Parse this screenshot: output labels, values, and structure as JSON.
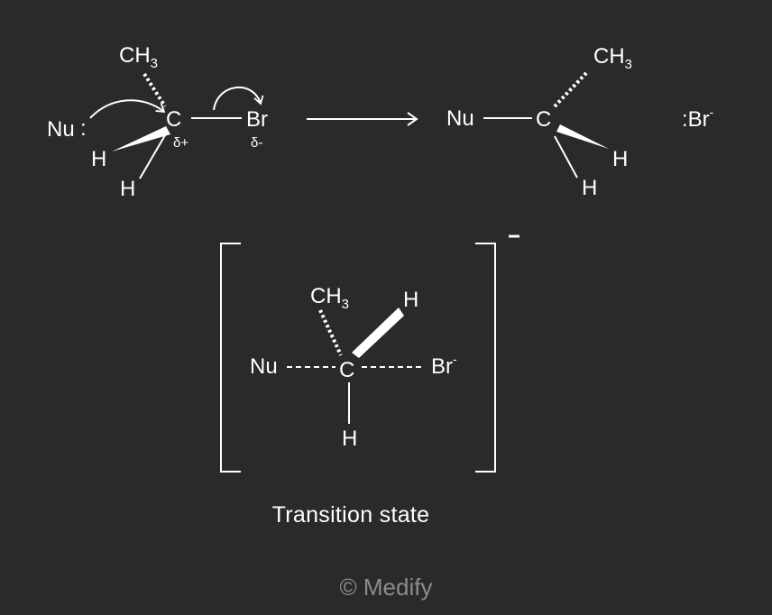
{
  "reactant": {
    "nucleophile": "Nu",
    "lone_pair": ":",
    "carbon": "C",
    "methyl": "CH",
    "methyl_sub": "3",
    "h_wedge": "H",
    "h_line": "H",
    "leaving_group": "Br",
    "carbon_charge": "δ+",
    "br_charge": "δ-"
  },
  "product": {
    "nucleophile": "Nu",
    "carbon": "C",
    "methyl": "CH",
    "methyl_sub": "3",
    "h_wedge": "H",
    "h_line": "H",
    "leaving_ion": ":Br",
    "leaving_ion_charge": "-"
  },
  "transition_state": {
    "nucleophile": "Nu",
    "carbon": "C",
    "methyl": "CH",
    "methyl_sub": "3",
    "h_top": "H",
    "h_bottom": "H",
    "bromide": "Br",
    "bromide_charge": "-",
    "bracket_charge": "-",
    "caption": "Transition state"
  },
  "credit": "© Medify",
  "colors": {
    "background": "#2a2a2c",
    "foreground": "#ffffff",
    "credit": "#8c8c8c"
  }
}
